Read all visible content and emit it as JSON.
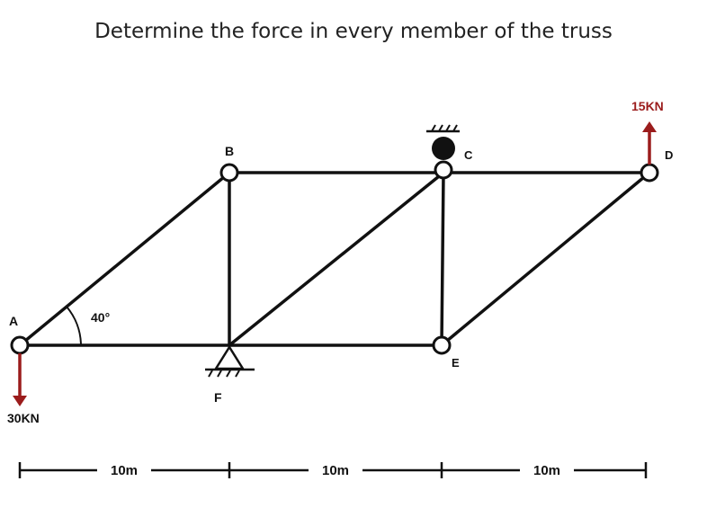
{
  "title": "Determine the force in every member of the truss",
  "nodes": {
    "A": "A",
    "B": "B",
    "C": "C",
    "D": "D",
    "E": "E",
    "F": "F"
  },
  "angle_label": "40°",
  "loads": {
    "A": {
      "label": "30KN",
      "direction": "down"
    },
    "D": {
      "label": "15KN",
      "direction": "up"
    }
  },
  "dimensions": [
    "10m",
    "10m",
    "10m"
  ],
  "colors": {
    "member": "#111111",
    "load": "#9b1c1c",
    "text": "#222222"
  }
}
